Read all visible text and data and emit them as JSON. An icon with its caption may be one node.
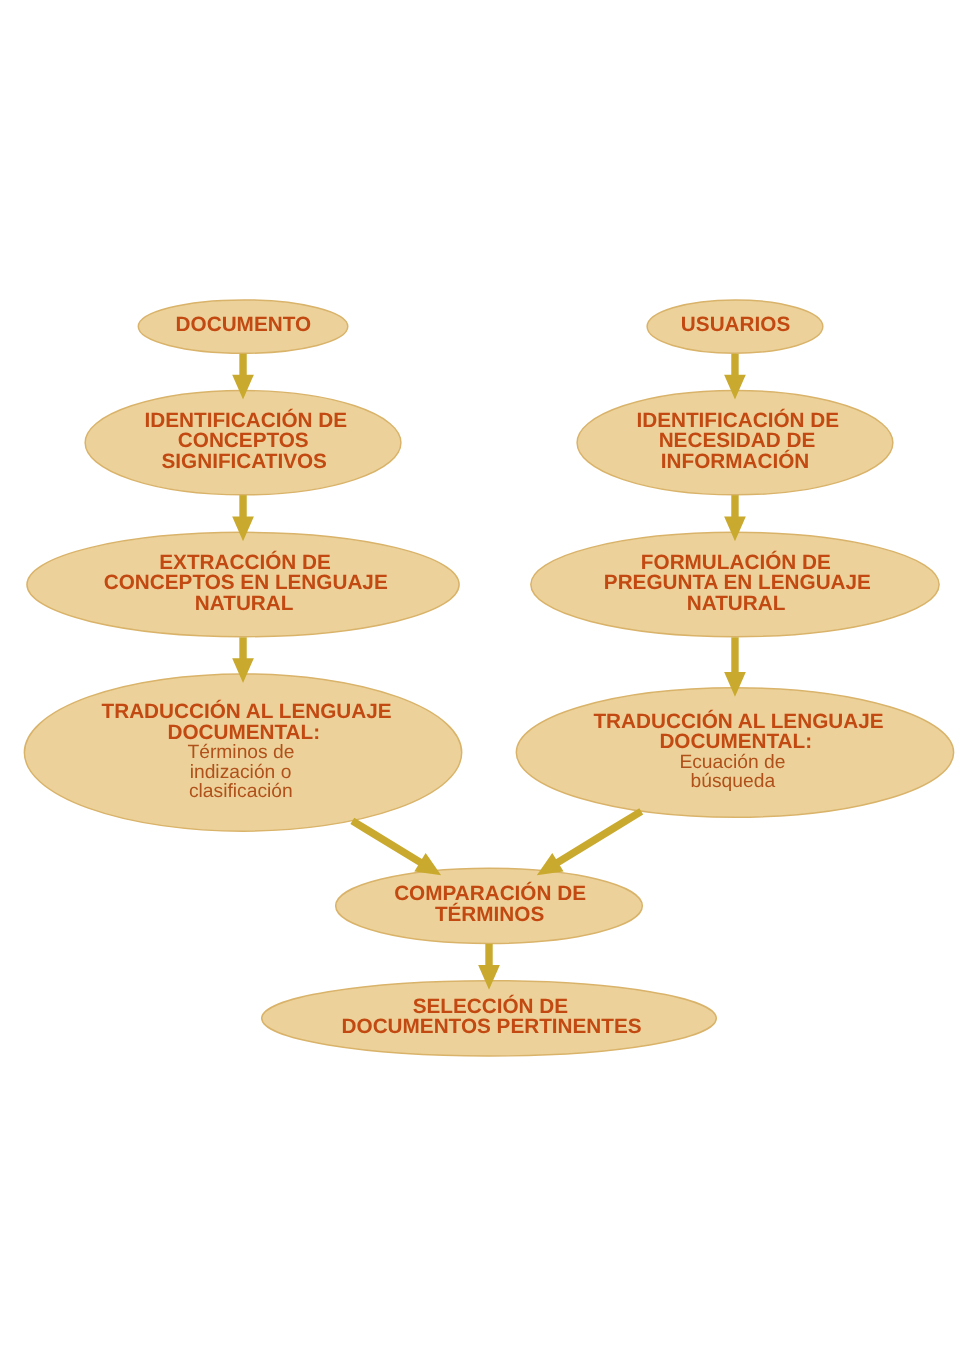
{
  "diagram": {
    "nodes": [
      {
        "text": [
          "DOCUMENTO"
        ]
      },
      {
        "text": [
          "USUARIOS"
        ]
      },
      {
        "text": [
          "IDENTIFICACIÓN DE CONCEPTOS SIGNIFICATIVOS"
        ]
      },
      {
        "text": [
          "IDENTIFICACIÓN DE NECESIDAD DE INFORMACIÓN"
        ]
      },
      {
        "text": [
          "EXTRACCIÓN DE CONCEPTOS EN LENGUAJE NATURAL"
        ]
      },
      {
        "text": [
          "FORMULACIÓN DE PREGUNTA EN LENGUAJE NATURAL"
        ]
      },
      {
        "text": [
          "TRADUCCIÓN AL LENGUAJE DOCUMENTAL:",
          "Términos de indización o clasificación"
        ]
      },
      {
        "text": [
          "TRADUCCIÓN AL LENGUAJE DOCUMENTAL:",
          "Ecuación de búsqueda"
        ]
      },
      {
        "text": [
          "COMPARACIÓN DE TÉRMINOS"
        ]
      },
      {
        "text": [
          "SELECCIÓN DE DOCUMENTOS PERTINENTES"
        ]
      }
    ],
    "edges": [
      {
        "from": 0,
        "to": 2,
        "arrow": "to"
      },
      {
        "from": 2,
        "to": 4,
        "arrow": "to"
      },
      {
        "from": 4,
        "to": 6,
        "arrow": "to"
      },
      {
        "from": 6,
        "to": 8,
        "arrow": "to"
      },
      {
        "from": 1,
        "to": 3,
        "arrow": "to"
      },
      {
        "from": 3,
        "to": 5,
        "arrow": "to"
      },
      {
        "from": 5,
        "to": 7,
        "arrow": "to"
      },
      {
        "from": 7,
        "to": 8,
        "arrow": "to"
      },
      {
        "from": 8,
        "to": 9,
        "arrow": "to"
      }
    ]
  }
}
